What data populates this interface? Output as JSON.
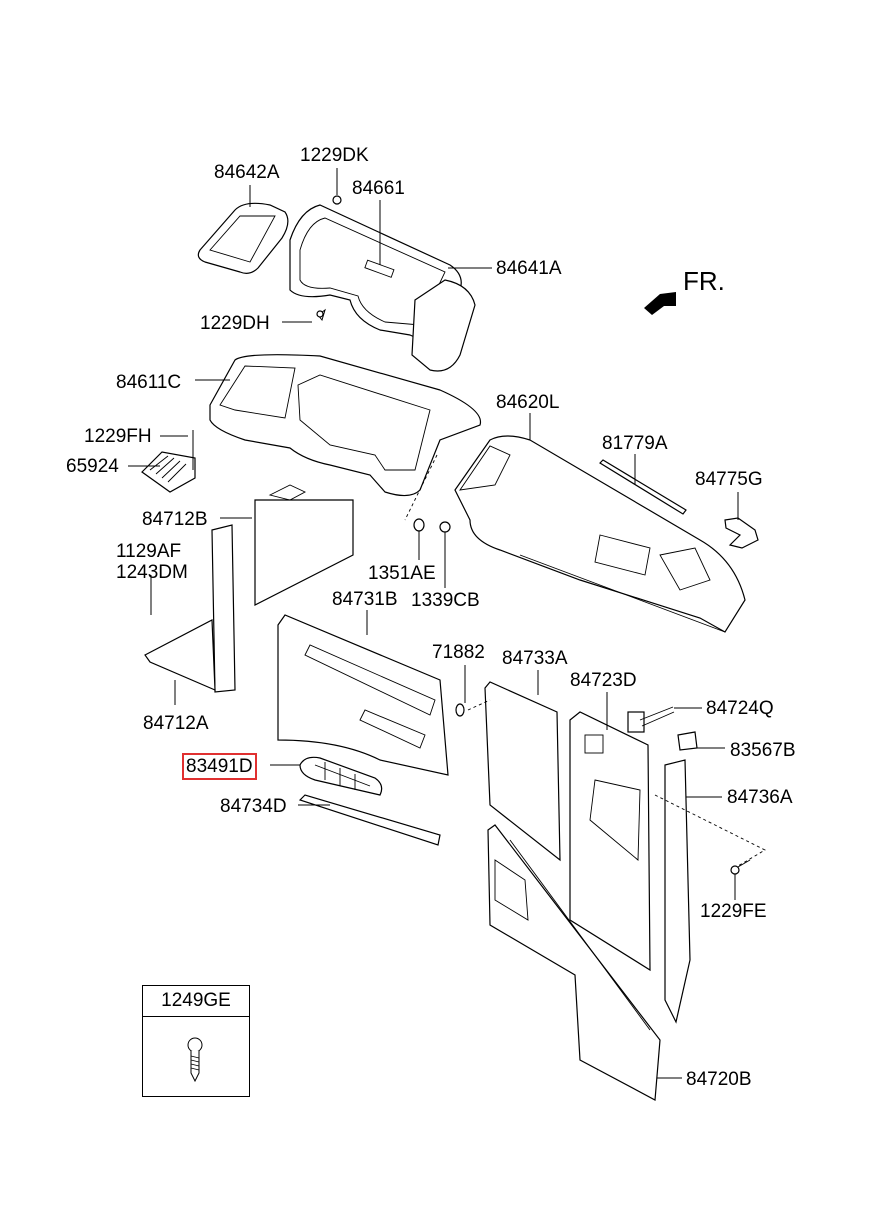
{
  "direction_indicator": {
    "label": "FR.",
    "icon": "front-direction-arrow-icon"
  },
  "highlighted_part": "83491D",
  "highlight_color": "#e03030",
  "parts": [
    {
      "id": "84642A"
    },
    {
      "id": "1229DK"
    },
    {
      "id": "84661"
    },
    {
      "id": "84641A"
    },
    {
      "id": "1229DH"
    },
    {
      "id": "84611C"
    },
    {
      "id": "1229FH"
    },
    {
      "id": "65924"
    },
    {
      "id": "84620L"
    },
    {
      "id": "81779A"
    },
    {
      "id": "84775G"
    },
    {
      "id": "84712B"
    },
    {
      "id": "1129AF"
    },
    {
      "id": "1243DM"
    },
    {
      "id": "1351AE"
    },
    {
      "id": "1339CB"
    },
    {
      "id": "84731B"
    },
    {
      "id": "71882"
    },
    {
      "id": "84733A"
    },
    {
      "id": "84723D"
    },
    {
      "id": "84724Q"
    },
    {
      "id": "83567B"
    },
    {
      "id": "84712A"
    },
    {
      "id": "83491D"
    },
    {
      "id": "84736A"
    },
    {
      "id": "84734D"
    },
    {
      "id": "1229FE"
    },
    {
      "id": "84720B"
    }
  ],
  "legend": {
    "part_no": "1249GE",
    "icon": "screw-icon"
  }
}
